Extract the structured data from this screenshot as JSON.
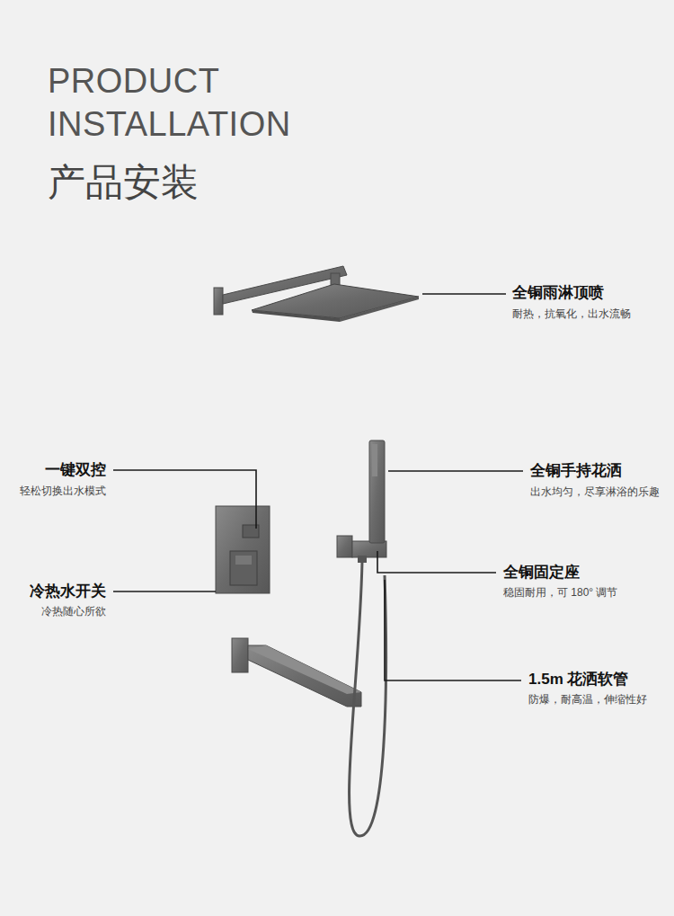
{
  "diagram": {
    "title": "PRODUCT INSTALLATION",
    "labels": [
      "产品安装",
      "全铜雨淋顶喷",
      "耐热，抗氧化，出水流畅",
      "一键双控",
      "轻松切换出水模式",
      "全铜手持花洒",
      "出水均匀，尽享淋浴的乐趣",
      "冷热水开关",
      "冷热随心所欲",
      "全铜固定座",
      "稳固耐用，可 180° 调节",
      "1.5m 花洒软管",
      "防爆，耐高温，伸缩性好"
    ]
  }
}
